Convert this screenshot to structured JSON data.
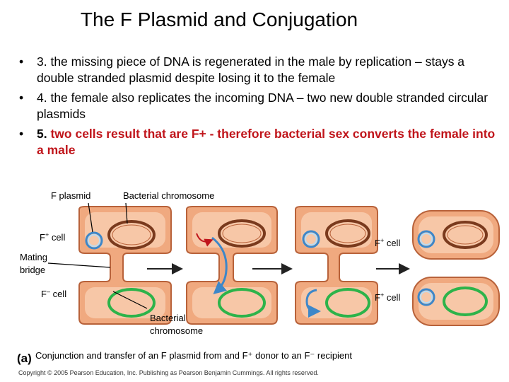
{
  "title": "The F Plasmid and Conjugation",
  "bullets": [
    {
      "marker": "•",
      "num": "",
      "text": "3. the missing piece of DNA is regenerated in the male by replication – stays a double stranded plasmid despite losing it to the female",
      "highlight": false
    },
    {
      "marker": "•",
      "num": "",
      "text": "4. the female also replicates the incoming DNA – two new double stranded circular plasmids",
      "highlight": false
    },
    {
      "marker": "•",
      "num": "5. ",
      "text": "two cells result that are F+ - therefore bacterial sex converts the female into a male",
      "highlight": true
    }
  ],
  "figure": {
    "labels": {
      "f_plasmid": "F plasmid",
      "bacterial_chromosome_top": "Bacterial chromosome",
      "f_plus_cell_left_base": "F",
      "f_plus_cell_left_sup": "+",
      "f_plus_cell_left_rest": " cell",
      "mating_bridge_1": "Mating",
      "mating_bridge_2": "bridge",
      "f_minus_cell_base": "F",
      "f_minus_cell_sup": "–",
      "f_minus_cell_rest": " cell",
      "f_plus_cell_right_top_base": "F",
      "f_plus_cell_right_top_sup": "+",
      "f_plus_cell_right_top_rest": " cell",
      "f_plus_cell_right_bottom_base": "F",
      "f_plus_cell_right_bottom_sup": "+",
      "f_plus_cell_right_bottom_rest": " cell",
      "bacterial_chromosome_bottom_1": "Bacterial",
      "bacterial_chromosome_bottom_2": "chromosome"
    },
    "caption_panel": "(a)",
    "caption": "Conjunction and transfer of an F plasmid from and F⁺ donor to an F⁻ recipient",
    "copyright": "Copyright © 2005 Pearson Education, Inc. Publishing as Pearson Benjamin Cummings. All rights reserved.",
    "colors": {
      "cell_fill": "#f0a97f",
      "cell_stroke": "#b8623a",
      "cytoplasm": "#f7c7a7",
      "chromosome_brown": "#7a3a1d",
      "chromosome_green": "#2db34a",
      "plasmid_blue": "#3d87c9",
      "plasmid_light": "#b9dbf2",
      "highlight_red": "#c0151b"
    }
  }
}
